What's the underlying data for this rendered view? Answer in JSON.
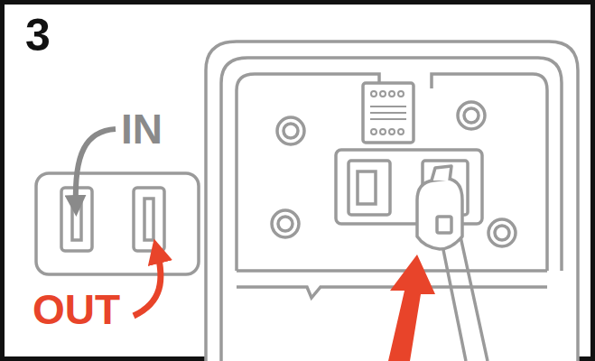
{
  "diagram": {
    "labels": [
      "3",
      "IN",
      "OUT"
    ]
  }
}
